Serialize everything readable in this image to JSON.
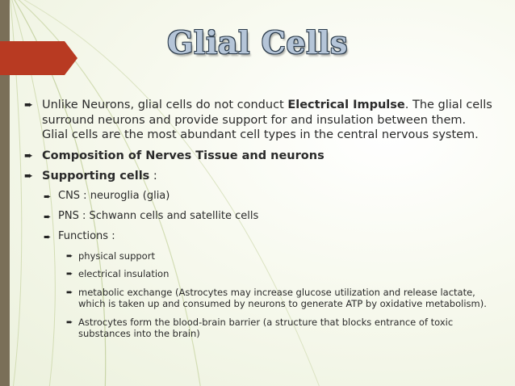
{
  "slide": {
    "title": "Glial Cells",
    "bullet1": {
      "pre": "Unlike Neurons, glial cells do not conduct ",
      "bold": "Electrical Impulse",
      "post": ". The glial cells surround neurons and provide support for and insulation between them. Glial cells are the most abundant cell types in the central nervous system."
    },
    "bullet2": "Composition of Nerves Tissue and neurons",
    "bullet3": {
      "bold": "Supporting cells",
      "post": " :"
    },
    "sub_bullets": [
      "CNS : neuroglia (glia)",
      "PNS : Schwann cells and satellite cells",
      "Functions :"
    ],
    "functions": [
      "physical support",
      "electrical insulation",
      "metabolic exchange (Astrocytes may increase glucose utilization and release lactate, which is taken up and consumed by neurons to generate ATP by oxidative metabolism).",
      "Astrocytes form the blood-brain barrier (a structure that blocks entrance of toxic substances into the brain)"
    ],
    "bullet_glyph": "➨",
    "colors": {
      "side_bar": "#7a6f58",
      "title_tab": "#b83a22",
      "title_fill": "#b5c5d8",
      "decor_lines": "#c9d5a8"
    }
  }
}
